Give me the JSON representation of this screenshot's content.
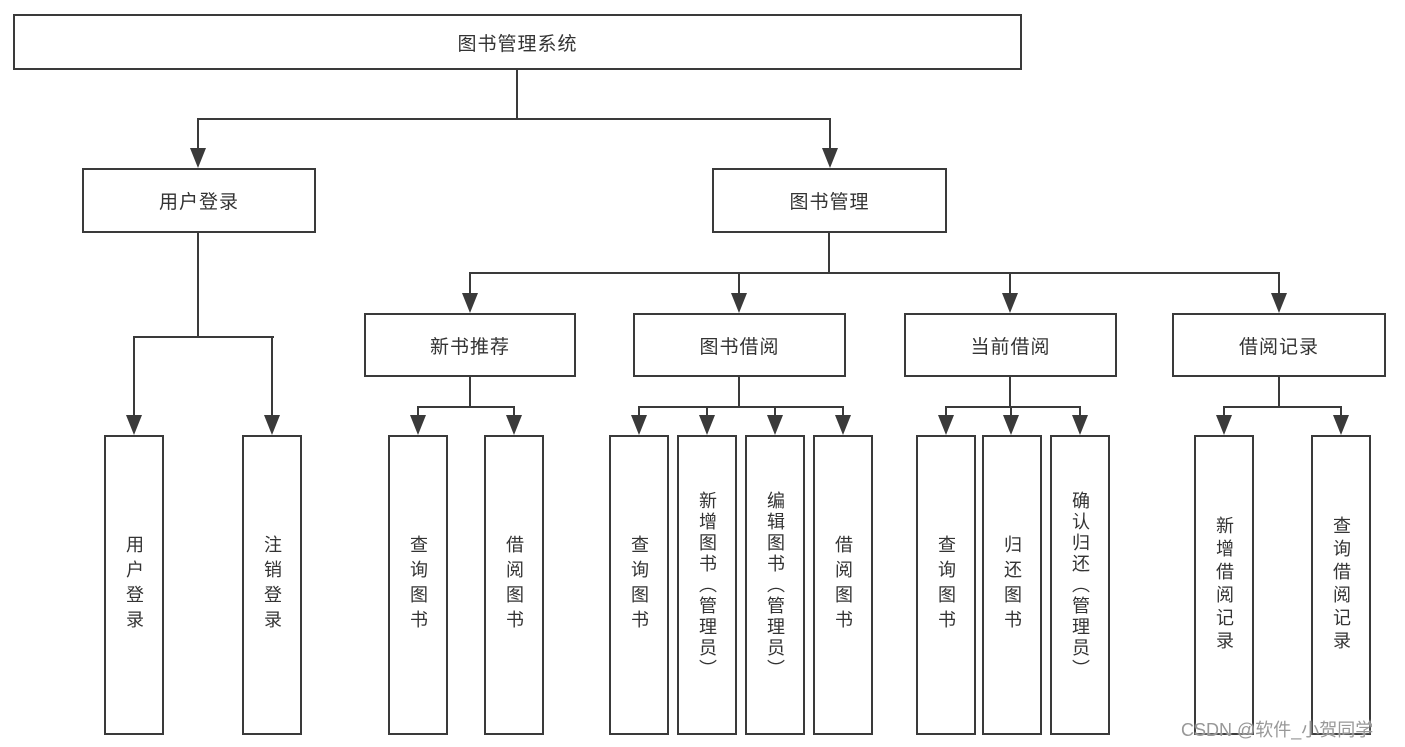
{
  "diagram": {
    "title_node": {
      "label": "图书管理系统"
    },
    "level2": [
      {
        "label": "用户登录"
      },
      {
        "label": "图书管理"
      }
    ],
    "level3": [
      {
        "label": "新书推荐"
      },
      {
        "label": "图书借阅"
      },
      {
        "label": "当前借阅"
      },
      {
        "label": "借阅记录"
      }
    ],
    "leaves": {
      "user_login": [
        {
          "label": "用户登录"
        },
        {
          "label": "注销登录"
        }
      ],
      "new_book": [
        {
          "label": "查询图书"
        },
        {
          "label": "借阅图书"
        }
      ],
      "book_borrow": [
        {
          "label": "查询图书"
        },
        {
          "label": "新增图书（管理员）"
        },
        {
          "label": "编辑图书（管理员）"
        },
        {
          "label": "借阅图书"
        }
      ],
      "current_borrow": [
        {
          "label": "查询图书"
        },
        {
          "label": "归还图书"
        },
        {
          "label": "确认归还（管理员）"
        }
      ],
      "borrow_records": [
        {
          "label": "新增借阅记录"
        },
        {
          "label": "查询借阅记录"
        }
      ]
    },
    "line_color": "#3a3a3a"
  },
  "watermark": {
    "text": "CSDN @软件_小贺同学",
    "color": "#989898"
  }
}
